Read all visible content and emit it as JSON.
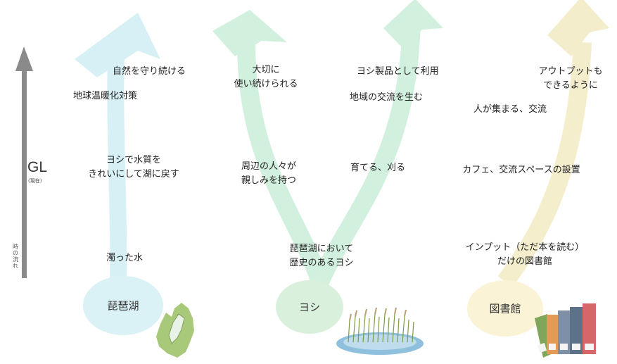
{
  "axis": {
    "gl_label": "GL",
    "gl_sub": "(現在)",
    "time_label": "時\nの\n流\nれ"
  },
  "columns": {
    "biwako": {
      "base": "琵琶湖",
      "past": "濁った水",
      "middle": "ヨシで水質を\nきれいにして湖に戻す",
      "goal1": "自然を守り続ける",
      "goal2": "地球温暖化対策"
    },
    "yoshi": {
      "base": "ヨシ",
      "past": "琵琶湖において\n歴史のあるヨシ",
      "left_middle": "周辺の人々が\n親しみを持つ",
      "left_goal": "大切に\n使い続けられる",
      "right_middle": "育てる、刈る",
      "right_goal1": "ヨシ製品として利用",
      "right_goal2": "地域の交流を生む"
    },
    "library": {
      "base": "図書館",
      "past": "インプット（ただ本を読む）\nだけの図書館",
      "middle": "カフェ、交流スペースの設置",
      "goal1": "アウトプットも\nできるように",
      "goal2": "人が集まる、交流"
    }
  },
  "colors": {
    "blue": "#c9ebf3",
    "green": "#c6edd6",
    "yellow": "#f2ebc4",
    "blob_blue": "#daf1f5",
    "blob_green": "#d8f0dc",
    "blob_yellow": "#fbf3d6",
    "axis_gray": "#888888"
  },
  "icons": [
    "lake-biwa-map-icon",
    "reed-marsh-icon",
    "books-icon"
  ]
}
